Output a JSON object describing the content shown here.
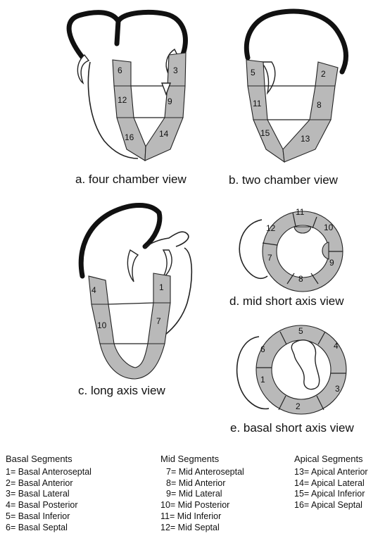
{
  "views": {
    "four_chamber": {
      "caption": "a. four chamber view",
      "labels": [
        "6",
        "3",
        "12",
        "9",
        "16",
        "14"
      ]
    },
    "two_chamber": {
      "caption": "b. two chamber view",
      "labels": [
        "5",
        "2",
        "11",
        "8",
        "15",
        "13"
      ]
    },
    "long_axis": {
      "caption": "c. long axis view",
      "labels": [
        "4",
        "1",
        "10",
        "7"
      ]
    },
    "mid_short": {
      "caption": "d. mid short axis view",
      "labels": [
        "11",
        "12",
        "10",
        "7",
        "9",
        "8"
      ]
    },
    "basal_short": {
      "caption": "e. basal short axis view",
      "labels": [
        "5",
        "6",
        "4",
        "1",
        "3",
        "2"
      ]
    }
  },
  "legend": {
    "basal": {
      "heading": "Basal Segments",
      "items": [
        "1= Basal Anteroseptal",
        "2= Basal Anterior",
        "3= Basal Lateral",
        "4= Basal Posterior",
        "5= Basal Inferior",
        "6= Basal Septal"
      ]
    },
    "mid": {
      "heading": "Mid Segments",
      "items": [
        "7= Mid Anteroseptal",
        "8= Mid Anterior",
        "9= Mid Lateral",
        "10= Mid Posterior",
        "11= Mid Inferior",
        "12= Mid Septal"
      ]
    },
    "apical": {
      "heading": "Apical Segments",
      "items": [
        "13= Apical Anterior",
        "14= Apical Lateral",
        "15= Apical Inferior",
        "16= Apical Septal"
      ]
    }
  },
  "colors": {
    "segment_fill": "#b9b9b9",
    "outline": "#222222",
    "atrium": "#111111",
    "background": "#ffffff"
  }
}
